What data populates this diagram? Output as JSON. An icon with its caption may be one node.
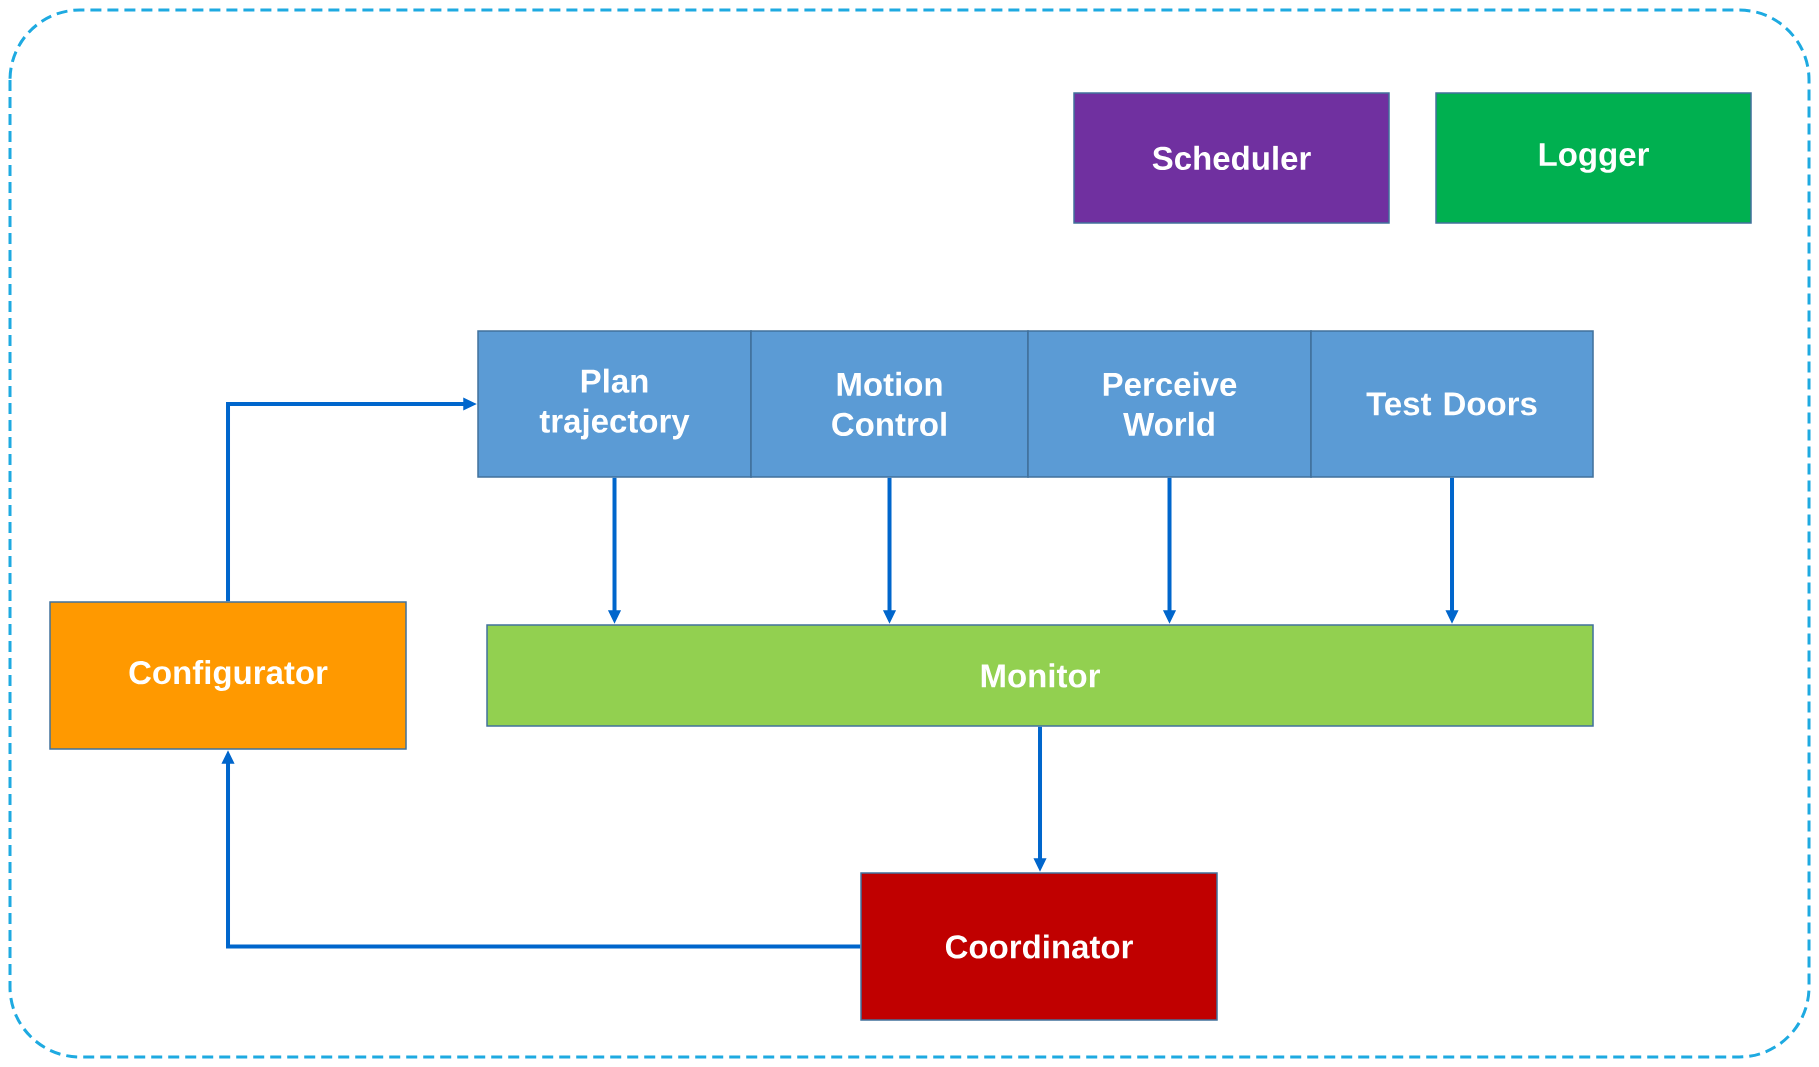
{
  "diagram": {
    "nodes": [
      {
        "text": [
          "Scheduler"
        ]
      },
      {
        "text": [
          "Logger"
        ]
      },
      {
        "text": [
          "Plan trajectory"
        ]
      },
      {
        "text": [
          "Motion Control"
        ]
      },
      {
        "text": [
          "Perceive World"
        ]
      },
      {
        "text": [
          "Test Doors"
        ]
      },
      {
        "text": [
          "Monitor"
        ]
      },
      {
        "text": [
          "Configurator"
        ]
      },
      {
        "text": [
          "Coordinator"
        ]
      }
    ],
    "edges": [
      {
        "from": 7,
        "to": 2,
        "arrow": "to"
      },
      {
        "from": 2,
        "to": 6,
        "arrow": "to"
      },
      {
        "from": 3,
        "to": 6,
        "arrow": "to"
      },
      {
        "from": 4,
        "to": 6,
        "arrow": "to"
      },
      {
        "from": 5,
        "to": 6,
        "arrow": "to"
      },
      {
        "from": 6,
        "to": 8,
        "arrow": "to"
      },
      {
        "from": 8,
        "to": 7,
        "arrow": "to"
      }
    ]
  }
}
